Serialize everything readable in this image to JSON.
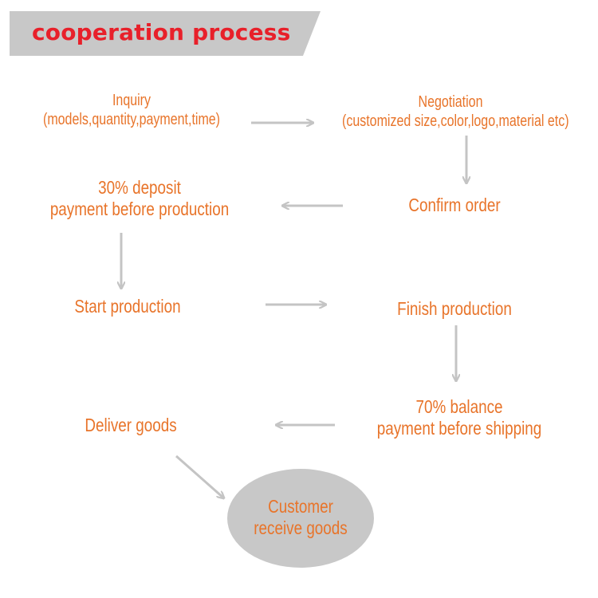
{
  "header": {
    "title": "cooperation process"
  },
  "steps": {
    "inquiry": {
      "line1": "Inquiry",
      "line2": "(models,quantity,payment,time)"
    },
    "negotiation": {
      "line1": "Negotiation",
      "line2": "(customized size,color,logo,material etc)"
    },
    "confirm_order": {
      "line1": "Confirm  order"
    },
    "deposit": {
      "line1": "30% deposit",
      "line2": "payment before production"
    },
    "start_production": {
      "line1": "Start production"
    },
    "finish_production": {
      "line1": "Finish production"
    },
    "balance": {
      "line1": "70% balance",
      "line2": "payment before shipping"
    },
    "deliver": {
      "line1": "Deliver goods"
    },
    "receive": {
      "line1": "Customer",
      "line2": "receive goods"
    }
  },
  "colors": {
    "banner_fill": "#c8c8c8",
    "title_text": "#e8202a",
    "step_text": "#e8742a",
    "arrow": "#c4c4c4",
    "ellipse_fill": "#c8c8c8"
  }
}
